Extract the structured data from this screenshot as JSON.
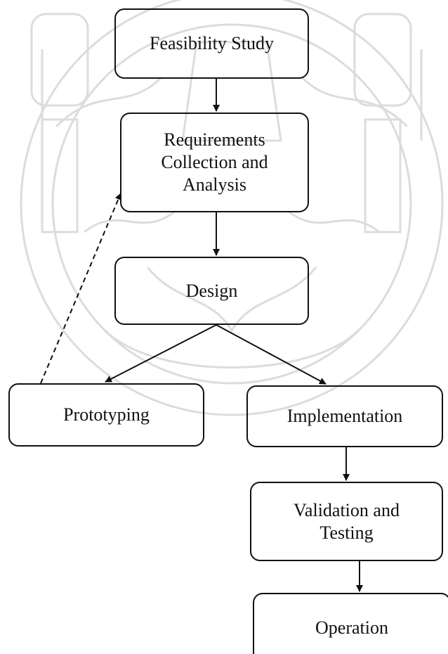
{
  "diagram": {
    "nodes": {
      "feasibility": "Feasibility Study",
      "requirements": "Requirements\nCollection and\nAnalysis",
      "design": "Design",
      "prototyping": "Prototyping",
      "implementation": "Implementation",
      "validation": "Validation and\nTesting",
      "operation": "Operation"
    },
    "edges": [
      {
        "from": "feasibility",
        "to": "requirements",
        "style": "solid"
      },
      {
        "from": "requirements",
        "to": "design",
        "style": "solid"
      },
      {
        "from": "design",
        "to": "prototyping",
        "style": "solid"
      },
      {
        "from": "design",
        "to": "implementation",
        "style": "solid"
      },
      {
        "from": "prototyping",
        "to": "requirements",
        "style": "dashed"
      },
      {
        "from": "implementation",
        "to": "validation",
        "style": "solid"
      },
      {
        "from": "validation",
        "to": "operation",
        "style": "solid"
      }
    ]
  },
  "colors": {
    "line": "#111111",
    "watermark": "#dcdcdc"
  }
}
